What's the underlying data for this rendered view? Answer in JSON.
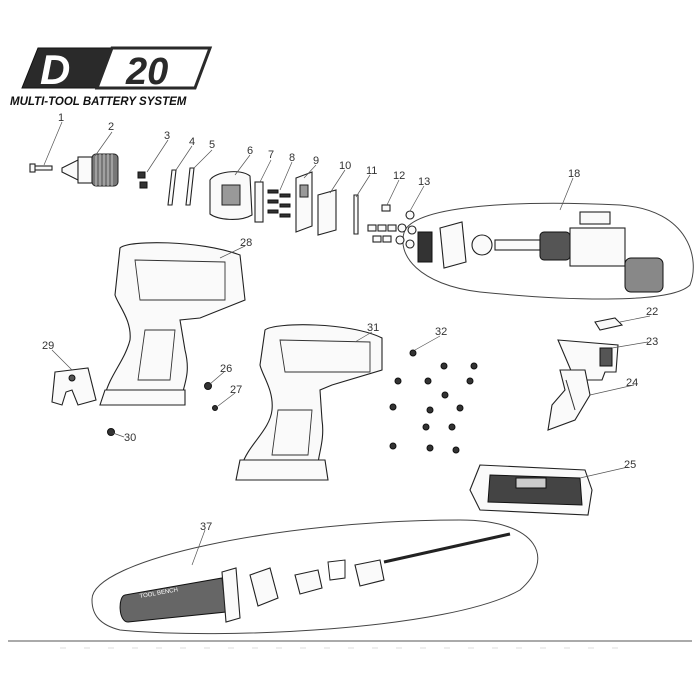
{
  "logo": {
    "mark": "D",
    "number": "20",
    "tagline": "MULTI-TOOL BATTERY SYSTEM"
  },
  "handle_print": "TOOL BENCH",
  "callouts": [
    {
      "id": "1",
      "label": "1"
    },
    {
      "id": "2",
      "label": "2"
    },
    {
      "id": "3",
      "label": "3"
    },
    {
      "id": "4",
      "label": "4"
    },
    {
      "id": "5",
      "label": "5"
    },
    {
      "id": "6",
      "label": "6"
    },
    {
      "id": "7",
      "label": "7"
    },
    {
      "id": "8",
      "label": "8"
    },
    {
      "id": "9",
      "label": "9"
    },
    {
      "id": "10",
      "label": "10"
    },
    {
      "id": "11",
      "label": "11"
    },
    {
      "id": "12",
      "label": "12"
    },
    {
      "id": "13",
      "label": "13"
    },
    {
      "id": "18",
      "label": "18"
    },
    {
      "id": "22",
      "label": "22"
    },
    {
      "id": "23",
      "label": "23"
    },
    {
      "id": "24",
      "label": "24"
    },
    {
      "id": "25",
      "label": "25"
    },
    {
      "id": "26",
      "label": "26"
    },
    {
      "id": "27",
      "label": "27"
    },
    {
      "id": "28",
      "label": "28"
    },
    {
      "id": "29",
      "label": "29"
    },
    {
      "id": "30",
      "label": "30"
    },
    {
      "id": "31",
      "label": "31"
    },
    {
      "id": "32",
      "label": "32"
    },
    {
      "id": "37",
      "label": "37"
    }
  ]
}
